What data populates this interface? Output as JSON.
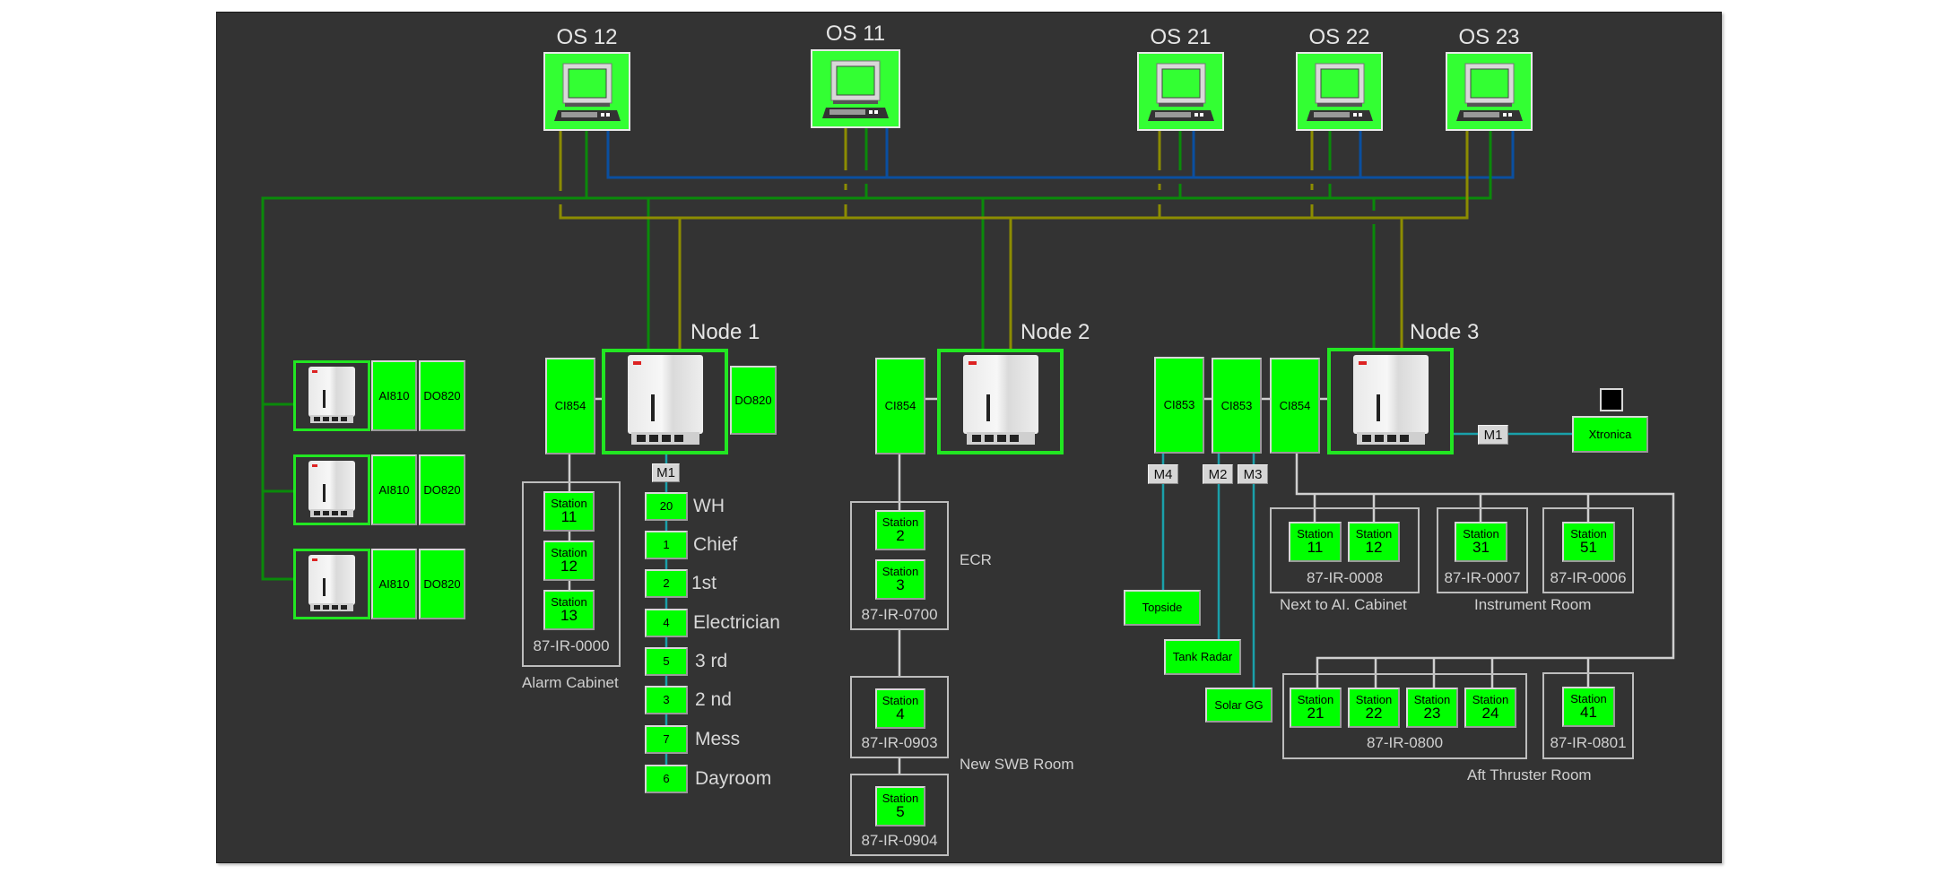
{
  "workstations": [
    {
      "id": "os12",
      "label": "OS 12"
    },
    {
      "id": "os11",
      "label": "OS 11"
    },
    {
      "id": "os21",
      "label": "OS 21"
    },
    {
      "id": "os22",
      "label": "OS 22"
    },
    {
      "id": "os23",
      "label": "OS 23"
    }
  ],
  "network_colors": {
    "blue": "#0a4fa0",
    "green": "#0a8a0a",
    "olive": "#8c8c00",
    "white": "#cfcfcf",
    "teal": "#1aa0aa"
  },
  "status_color": "#00ff00",
  "io_racks": [
    {
      "modules": [
        "AI810",
        "DO820"
      ]
    },
    {
      "modules": [
        "AI810",
        "DO820"
      ]
    },
    {
      "modules": [
        "AI810",
        "DO820"
      ]
    }
  ],
  "node1": {
    "label": "Node 1",
    "comm_module": "CI854",
    "side_module": "DO820",
    "bus_tag": "M1",
    "alarm_cabinet": {
      "stations": [
        {
          "title": "Station",
          "number": "11"
        },
        {
          "title": "Station",
          "number": "12"
        },
        {
          "title": "Station",
          "number": "13"
        }
      ],
      "tag": "87-IR-0000",
      "room": "Alarm Cabinet"
    },
    "panels": [
      {
        "number": "20",
        "label": "WH"
      },
      {
        "number": "1",
        "label": "Chief"
      },
      {
        "number": "2",
        "label": "1st"
      },
      {
        "number": "4",
        "label": "Electrician"
      },
      {
        "number": "5",
        "label": "3 rd"
      },
      {
        "number": "3",
        "label": "2 nd"
      },
      {
        "number": "7",
        "label": "Mess"
      },
      {
        "number": "6",
        "label": "Dayroom"
      }
    ]
  },
  "node2": {
    "label": "Node 2",
    "comm_module": "CI854",
    "cabinets": [
      {
        "stations": [
          {
            "title": "Station",
            "number": "2"
          },
          {
            "title": "Station",
            "number": "3"
          }
        ],
        "tag": "87-IR-0700",
        "room": "ECR"
      },
      {
        "stations": [
          {
            "title": "Station",
            "number": "4"
          }
        ],
        "tag": "87-IR-0903",
        "room": "New SWB Room"
      },
      {
        "stations": [
          {
            "title": "Station",
            "number": "5"
          }
        ],
        "tag": "87-IR-0904"
      }
    ]
  },
  "node3": {
    "label": "Node 3",
    "comm_modules": [
      "CI853",
      "CI853",
      "CI854"
    ],
    "bus_tags": {
      "m4": "M4",
      "m2": "M2",
      "m3": "M3",
      "m1": "M1"
    },
    "serial_devices": {
      "topside": "Topside",
      "tank_radar": "Tank Radar",
      "solar_gg": "Solar GG",
      "xtronica": "Xtronica"
    },
    "cabinets": [
      {
        "stations": [
          {
            "title": "Station",
            "number": "11"
          },
          {
            "title": "Station",
            "number": "12"
          }
        ],
        "tag": "87-IR-0008"
      },
      {
        "stations": [
          {
            "title": "Station",
            "number": "31"
          }
        ],
        "tag": "87-IR-0007"
      },
      {
        "stations": [
          {
            "title": "Station",
            "number": "51"
          }
        ],
        "tag": "87-IR-0006"
      },
      {
        "stations": [
          {
            "title": "Station",
            "number": "21"
          },
          {
            "title": "Station",
            "number": "22"
          },
          {
            "title": "Station",
            "number": "23"
          },
          {
            "title": "Station",
            "number": "24"
          }
        ],
        "tag": "87-IR-0800"
      },
      {
        "stations": [
          {
            "title": "Station",
            "number": "41"
          }
        ],
        "tag": "87-IR-0801"
      }
    ],
    "rooms": {
      "next_to_ai": "Next to AI. Cabinet",
      "instrument": "Instrument Room",
      "aft_thruster": "Aft Thruster Room"
    }
  }
}
